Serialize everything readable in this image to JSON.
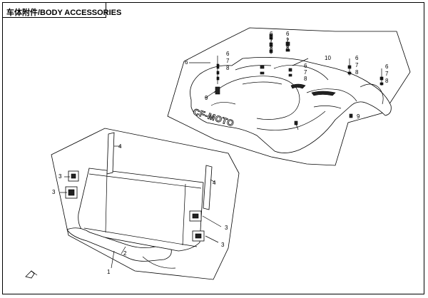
{
  "header": {
    "title": "车体附件/BODY ACCESSORIES"
  },
  "callouts": {
    "n1": "1",
    "n2": "2",
    "n3a": "3",
    "n3b": "3",
    "n3c": "3",
    "n3d": "3",
    "n4a": "4",
    "n4b": "4",
    "n6": "6",
    "n9a": "9",
    "n9b": "9",
    "n10": "10",
    "s6a": "6",
    "s7a": "7",
    "s8a": "8",
    "s6b": "6",
    "s7b": "7",
    "s8b": "8",
    "s6c": "6",
    "s7c": "7",
    "s8c": "8",
    "s6d": "6",
    "s7d": "7",
    "s8d": "8",
    "s6e": "6",
    "s7e": "7",
    "s8e": "8",
    "s6f": "6",
    "s7f": "7",
    "s8f": "8"
  },
  "logo": {
    "text": "CF-MOTO"
  }
}
